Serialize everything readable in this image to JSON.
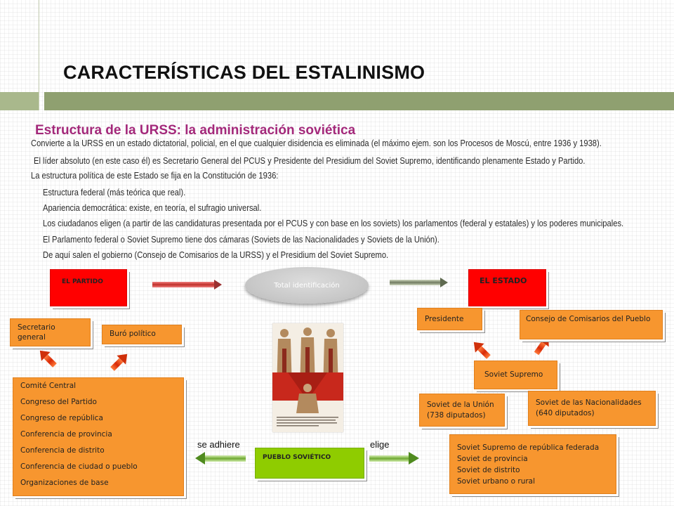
{
  "header": {
    "title": "CARACTERÍSTICAS DEL ESTALINISMO",
    "subtitle": "Estructura de la URSS: la administración soviética"
  },
  "body_text": [
    "Convierte a la URSS en un estado dictatorial, policial, en el que cualquier disidencia es eliminada (el máximo ejem. son los Procesos de Moscú, entre 1936 y 1938).",
    "El líder absoluto (en este caso él) es Secretario General del PCUS y Presidente del Presidium del Soviet Supremo, identificando plenamente Estado y Partido.",
    "La estructura política de este Estado se fija en la Constitución de 1936:",
    "Estructura federal (más teórica que real).",
    "Apariencia democrática: existe, en teoría, el sufragio universal.",
    "Los ciudadanos eligen (a partir de las candidaturas presentada por el PCUS y con base en los soviets) los parlamentos  (federal y estatales) y los poderes municipales.",
    "El Parlamento federal o Soviet Supremo tiene dos cámaras (Soviets de las Nacionalidades y Soviets de la Unión).",
    "De aquí salen el gobierno (Consejo de Comisarios de la URSS) y el Presidium del Soviet Supremo."
  ],
  "diagram": {
    "partido": "EL PARTIDO",
    "identificacion": "Total identificación",
    "estado": "EL ESTADO",
    "secretario": "Secretario general",
    "buro": "Buró político",
    "partido_list": [
      "Comité Central",
      "Congreso del Partido",
      "Congreso de república",
      "Conferencia de provincia",
      "Conferencia de distrito",
      "Conferencia de ciudad o pueblo",
      "Organizaciones de base"
    ],
    "presidente": "Presidente",
    "consejo": "Consejo de Comisarios del Pueblo",
    "soviet_supremo": "Soviet Supremo",
    "soviet_union": "Soviet de la Unión (738 diputados)",
    "soviet_nacionalidades": "Soviet de las Nacionalidades (640 diputados)",
    "estado_list": [
      "Soviet Supremo de república federada",
      "Soviet de provincia",
      "Soviet de distrito",
      "Soviet urbano o rural"
    ],
    "pueblo": "PUEBLO SOVIÉTICO",
    "se_adhiere": "se adhiere",
    "elige": "elige"
  },
  "colors": {
    "orange": "#f7962f",
    "red": "#ff0000",
    "green": "#8fcc00",
    "subtitle": "#a3287a",
    "accent_bar": "#8fa070"
  },
  "image": {
    "icon": "soviet-poster-image"
  }
}
